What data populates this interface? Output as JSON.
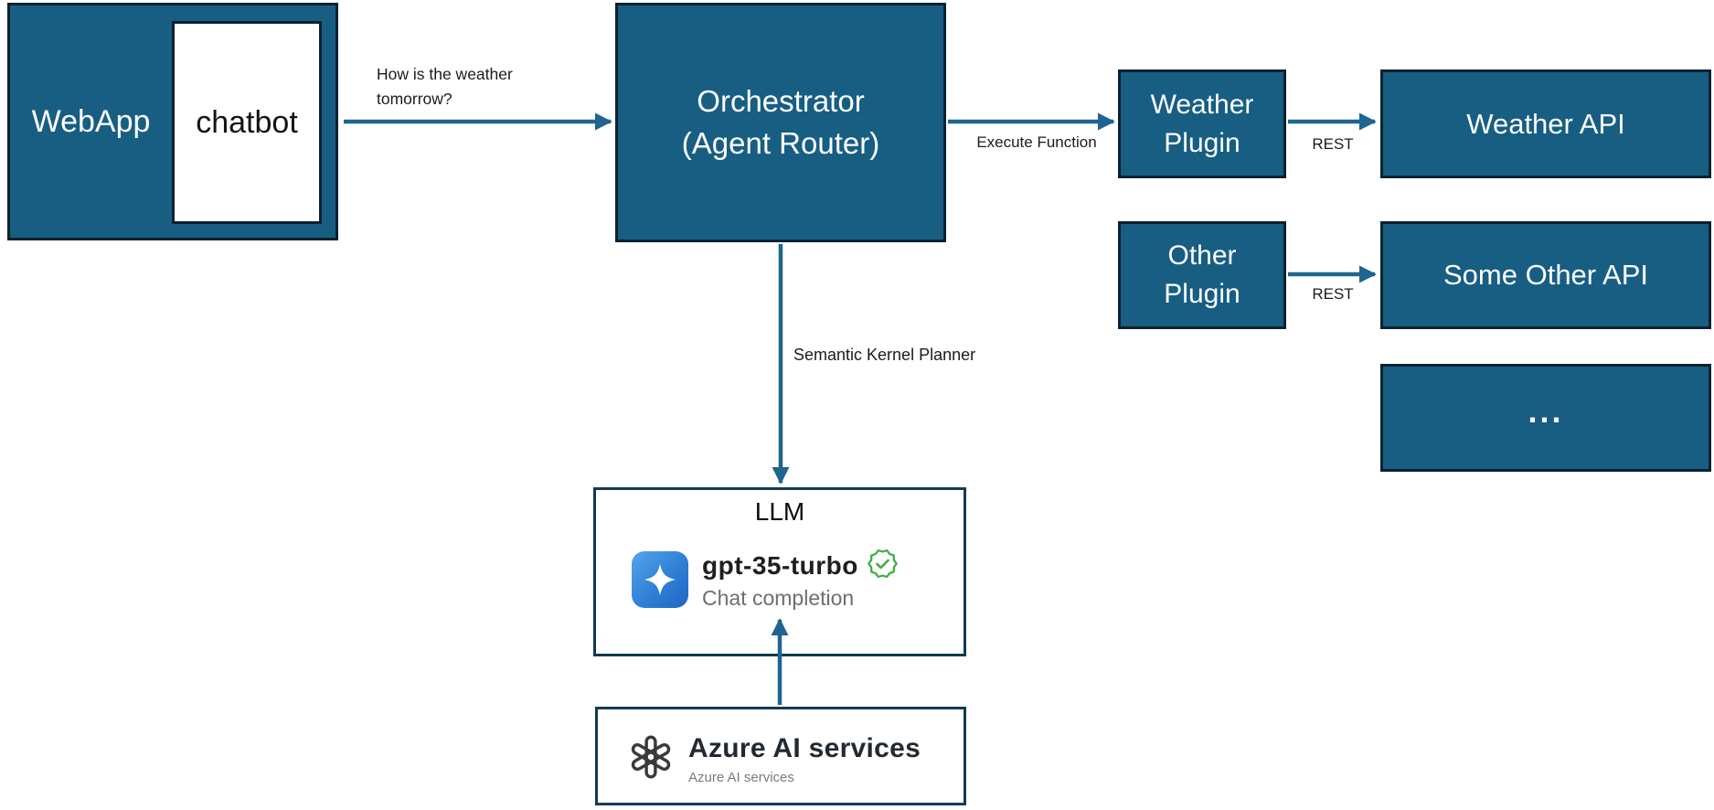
{
  "nodes": {
    "webapp": {
      "label": "WebApp"
    },
    "chatbot": {
      "label": "chatbot"
    },
    "orchestrator": {
      "line1": "Orchestrator",
      "line2": "(Agent Router)"
    },
    "weather_plugin": {
      "line1": "Weather",
      "line2": "Plugin"
    },
    "weather_api": {
      "label": "Weather API"
    },
    "other_plugin": {
      "line1": "Other",
      "line2": "Plugin"
    },
    "some_other_api": {
      "label": "Some Other API"
    },
    "more_apis": {
      "label": "..."
    },
    "llm": {
      "title": "LLM",
      "model_name": "gpt-35-turbo",
      "model_subtitle": "Chat completion",
      "model_icon": "sparkle-icon",
      "verified_icon": "verified-badge-icon"
    },
    "azure_ai": {
      "title": "Azure AI services",
      "subtitle": "Azure AI services",
      "icon": "openai-logo-icon"
    }
  },
  "edges": {
    "user_question": {
      "label": "How is the weather tomorrow?"
    },
    "execute_function": {
      "label": "Execute Function"
    },
    "rest_weather": {
      "label": "REST"
    },
    "rest_other": {
      "label": "REST"
    },
    "semantic_kernel_planner": {
      "label": "Semantic Kernel Planner"
    }
  },
  "colors": {
    "node_fill": "#175E82",
    "node_border": "#0C2230",
    "card_border": "#143A52",
    "arrow": "#1E6590",
    "verified_green": "#3FAE49",
    "model_icon_blue": "#2F7FD6",
    "subtitle_gray": "#6E6E6E"
  }
}
